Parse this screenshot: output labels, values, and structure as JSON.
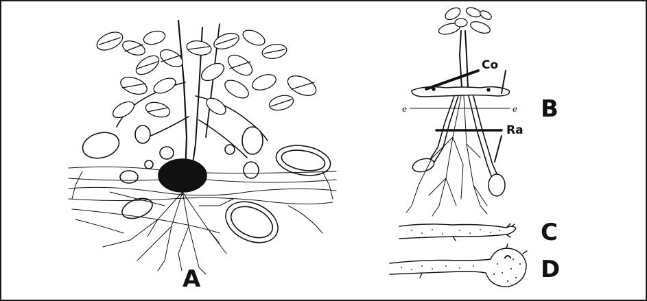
{
  "labels": {
    "A": "A",
    "B": "B",
    "C": "C",
    "D": "D",
    "Co": "Co",
    "Ra": "Ra",
    "e_left": "e",
    "e_right": "e"
  },
  "colors": {
    "ink": "#111111",
    "background": "#ffffff",
    "frame": "#1a1a1a"
  }
}
